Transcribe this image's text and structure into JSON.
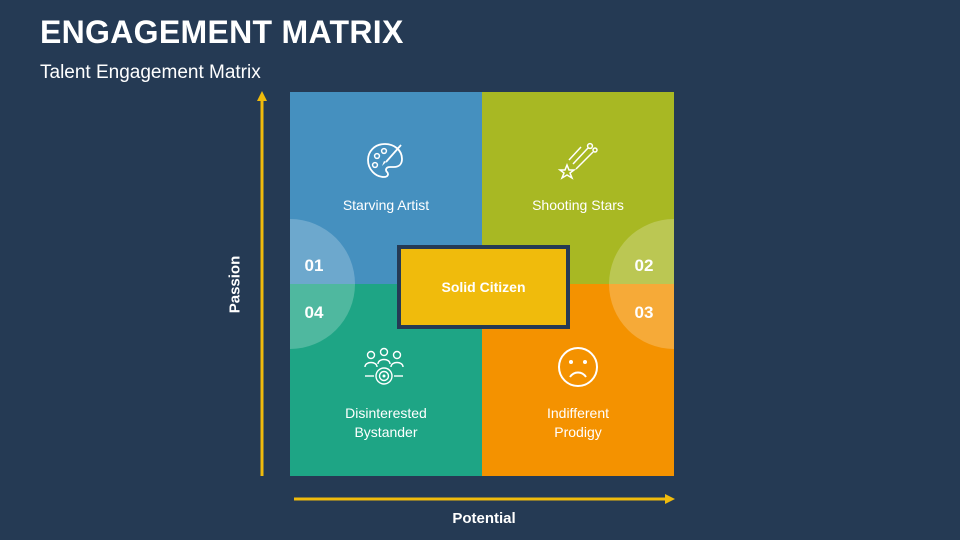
{
  "header": {
    "title": "ENGAGEMENT MATRIX",
    "subtitle": "Talent Engagement Matrix"
  },
  "axes": {
    "y_label": "Passion",
    "x_label": "Potential",
    "color": "#f0bb0c"
  },
  "quadrants": [
    {
      "number": "01",
      "label_line1": "Starving Artist",
      "label_line2": "",
      "icon": "palette-icon",
      "color": "#4590bf"
    },
    {
      "number": "02",
      "label_line1": "Shooting Stars",
      "label_line2": "",
      "icon": "shooting-star-icon",
      "color": "#a8b823"
    },
    {
      "number": "03",
      "label_line1": "Indifferent",
      "label_line2": "Prodigy",
      "icon": "sad-face-icon",
      "color": "#f49200"
    },
    {
      "number": "04",
      "label_line1": "Disinterested",
      "label_line2": "Bystander",
      "icon": "target-audience-icon",
      "color": "#1ea585"
    }
  ],
  "center": {
    "label": "Solid Citizen",
    "color": "#f0bb0c"
  }
}
